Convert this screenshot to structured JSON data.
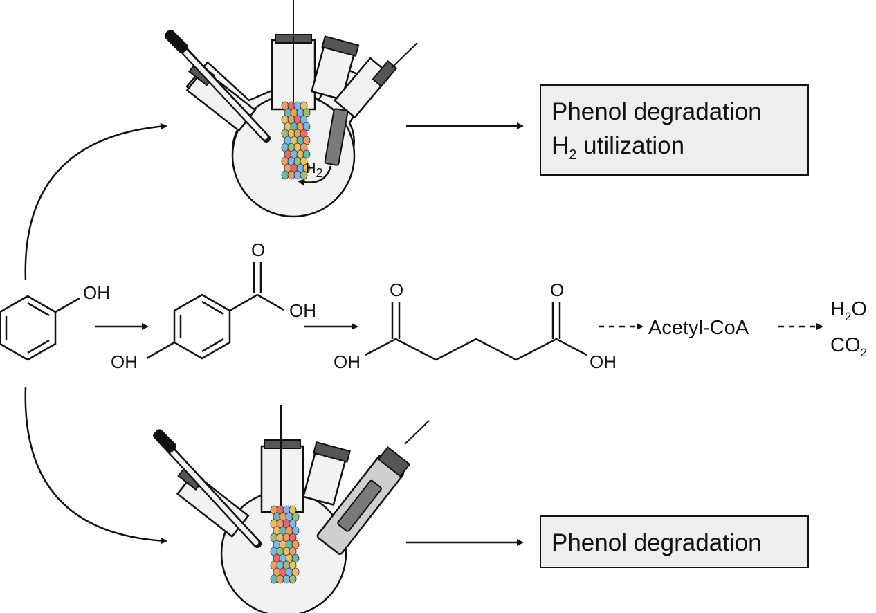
{
  "outcome_boxes": {
    "top_line1": "Phenol degradation",
    "top_line2_main": "H",
    "top_line2_sub": "2",
    "top_line2_rest": " utilization",
    "bottom": "Phenol degradation"
  },
  "reactor_top": {
    "gas_label": "H",
    "gas_label_sub": "2"
  },
  "pathway": {
    "phenol_oh": "OH",
    "hba_o": "O",
    "hba_oh_acid": "OH",
    "hba_oh_ring": "OH",
    "glutarate_o_left": "O",
    "glutarate_o_right": "O",
    "glutarate_oh_left": "OH",
    "glutarate_oh_right": "OH",
    "acetyl_coa": "Acetyl-CoA",
    "product_h2o_main": "H",
    "product_h2o_sub": "2",
    "product_h2o_rest": "O",
    "product_co2_main": "CO",
    "product_co2_sub": "2"
  },
  "colors": {
    "line": "#111111",
    "box_fill": "#eeeeee",
    "glass_fill": "#f2f2f2",
    "cap": "#555555",
    "electrode": "#7a7a7a",
    "bead_colors": [
      "#e8a06a",
      "#e26b6b",
      "#7fb8e6",
      "#9bbf7a",
      "#e8c06a",
      "#6fb7a8"
    ]
  }
}
